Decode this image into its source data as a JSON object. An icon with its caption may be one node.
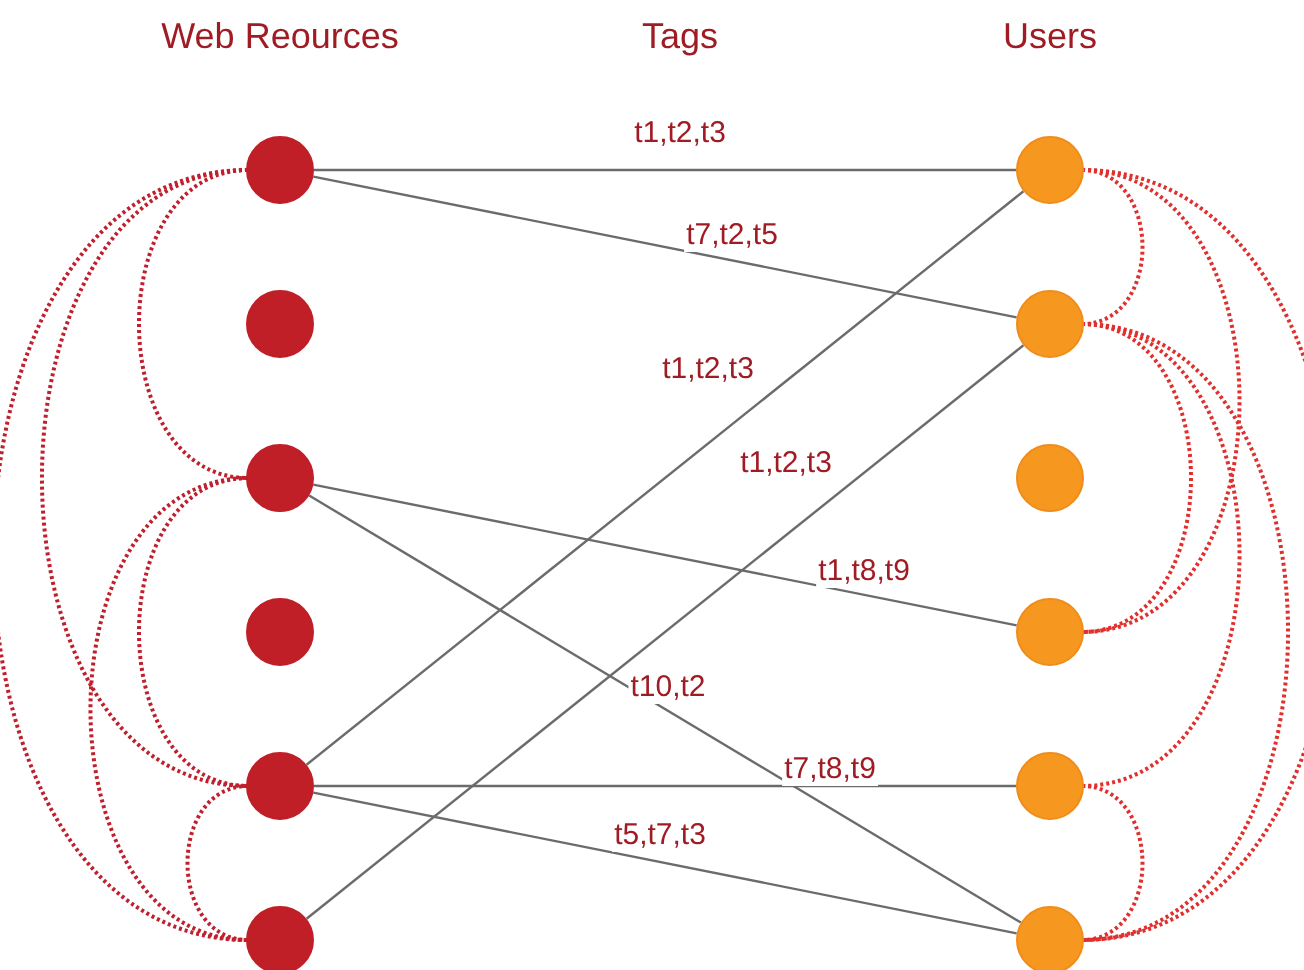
{
  "diagram": {
    "nodes": [
      {
        "text": [],
        "shape": "circle"
      },
      {
        "text": [],
        "shape": "circle"
      },
      {
        "text": [],
        "shape": "circle"
      },
      {
        "text": [],
        "shape": "circle"
      },
      {
        "text": [],
        "shape": "circle"
      },
      {
        "text": [],
        "shape": "circle"
      },
      {
        "text": [],
        "shape": "circle"
      },
      {
        "text": [],
        "shape": "circle"
      },
      {
        "text": [],
        "shape": "circle"
      },
      {
        "text": [],
        "shape": "circle"
      },
      {
        "text": [],
        "shape": "circle"
      },
      {
        "text": [],
        "shape": "circle"
      }
    ],
    "edges": [
      {
        "from": 0,
        "to": 6,
        "arrow": "none",
        "label": "t1,t2,t3"
      },
      {
        "from": 0,
        "to": 7,
        "arrow": "none",
        "label": "t7,t2,t5"
      },
      {
        "from": 4,
        "to": 6,
        "arrow": "none",
        "label": "t1,t2,t3"
      },
      {
        "from": 5,
        "to": 7,
        "arrow": "none",
        "label": "t1,t2,t3"
      },
      {
        "from": 2,
        "to": 9,
        "arrow": "none",
        "label": "t1,t8,t9"
      },
      {
        "from": 2,
        "to": 11,
        "arrow": "none",
        "label": "t10,t2"
      },
      {
        "from": 4,
        "to": 10,
        "arrow": "none",
        "label": "t7,t8,t9"
      },
      {
        "from": 4,
        "to": 11,
        "arrow": "none",
        "label": "t5,t7,t3"
      },
      {
        "from": 0,
        "to": 2,
        "arrow": "none",
        "style": "dashed",
        "color": "#c0202e"
      },
      {
        "from": 0,
        "to": 4,
        "arrow": "none",
        "style": "dashed",
        "color": "#c0202e"
      },
      {
        "from": 0,
        "to": 5,
        "arrow": "none",
        "style": "dashed",
        "color": "#c0202e"
      },
      {
        "from": 2,
        "to": 4,
        "arrow": "none",
        "style": "dashed",
        "color": "#c0202e"
      },
      {
        "from": 2,
        "to": 5,
        "arrow": "none",
        "style": "dashed",
        "color": "#c0202e"
      },
      {
        "from": 4,
        "to": 5,
        "arrow": "none",
        "style": "dashed",
        "color": "#c0202e"
      },
      {
        "from": 6,
        "to": 7,
        "arrow": "none",
        "style": "dashed",
        "color": "#e0302e"
      },
      {
        "from": 6,
        "to": 9,
        "arrow": "none",
        "style": "dashed",
        "color": "#e0302e"
      },
      {
        "from": 6,
        "to": 11,
        "arrow": "none",
        "style": "dashed",
        "color": "#e0302e"
      },
      {
        "from": 7,
        "to": 9,
        "arrow": "none",
        "style": "dashed",
        "color": "#e0302e"
      },
      {
        "from": 7,
        "to": 10,
        "arrow": "none",
        "style": "dashed",
        "color": "#e0302e"
      },
      {
        "from": 7,
        "to": 11,
        "arrow": "none",
        "style": "dashed",
        "color": "#e0302e"
      },
      {
        "from": 10,
        "to": 11,
        "arrow": "none",
        "style": "dashed",
        "color": "#e0302e"
      }
    ],
    "labels": [
      "Web Reources",
      "Tags",
      "Users"
    ]
  }
}
